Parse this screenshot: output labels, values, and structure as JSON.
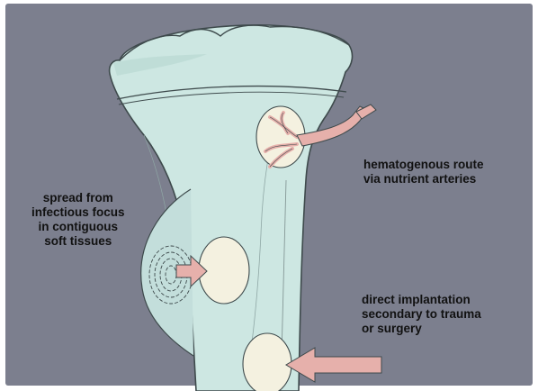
{
  "labels": {
    "hematogenous": [
      "hematogenous route",
      "via nutrient arteries"
    ],
    "contiguous": [
      "spread from",
      "infectious focus",
      "in contiguous",
      "soft tissues"
    ],
    "direct": [
      "direct implantation",
      "secondary to trauma",
      "or surgery"
    ]
  },
  "colors": {
    "background": "#7c7f8e",
    "bone": "#cde7e2",
    "bone_outline": "#3e4a4c",
    "lesion": "#f4f1e0",
    "arrow": "#e6b0ab"
  }
}
